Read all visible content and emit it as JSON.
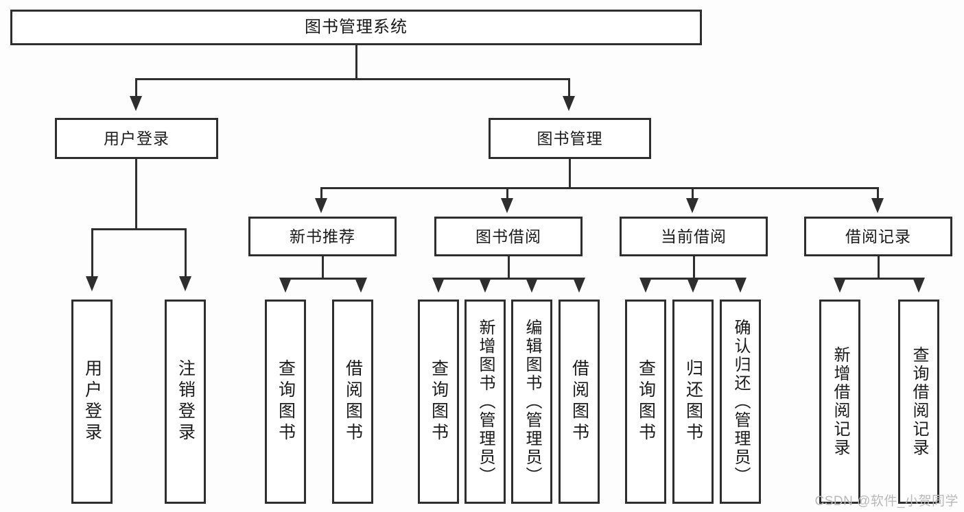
{
  "diagram": {
    "title": "图书管理系统",
    "type": "hierarchy-tree",
    "watermark": "CSDN @软件_小贺同学",
    "colors": {
      "stroke": "#2e2e2e",
      "fill": "#ffffff",
      "background": "#fdfdfd",
      "watermark": "#b9b9b9"
    },
    "nodes": {
      "root": {
        "label": "图书管理系统"
      },
      "level2": [
        {
          "id": "user-login",
          "label": "用户登录"
        },
        {
          "id": "book-manage",
          "label": "图书管理"
        }
      ],
      "level3": [
        {
          "id": "new-book-recommend",
          "label": "新书推荐"
        },
        {
          "id": "book-borrow",
          "label": "图书借阅"
        },
        {
          "id": "current-borrow",
          "label": "当前借阅"
        },
        {
          "id": "borrow-record",
          "label": "借阅记录"
        }
      ],
      "level4": {
        "user_login": [
          {
            "id": "leaf-user-login",
            "label": "用户登录"
          },
          {
            "id": "leaf-logout-login",
            "label": "注销登录"
          }
        ],
        "new_book_recommend": [
          {
            "id": "leaf-query-book-1",
            "label": "查询图书"
          },
          {
            "id": "leaf-borrow-book-1",
            "label": "借阅图书"
          }
        ],
        "book_borrow": [
          {
            "id": "leaf-query-book-2",
            "label": "查询图书"
          },
          {
            "id": "leaf-add-book-admin",
            "label": "新增图书（管理员）"
          },
          {
            "id": "leaf-edit-book-admin",
            "label": "编辑图书（管理员）"
          },
          {
            "id": "leaf-borrow-book-2",
            "label": "借阅图书"
          }
        ],
        "current_borrow": [
          {
            "id": "leaf-query-book-3",
            "label": "查询图书"
          },
          {
            "id": "leaf-return-book",
            "label": "归还图书"
          },
          {
            "id": "leaf-confirm-return-admin",
            "label": "确认归还（管理员）"
          }
        ],
        "borrow_record": [
          {
            "id": "leaf-add-borrow-record",
            "label": "新增借阅记录"
          },
          {
            "id": "leaf-query-borrow-record",
            "label": "查询借阅记录"
          }
        ]
      }
    }
  }
}
